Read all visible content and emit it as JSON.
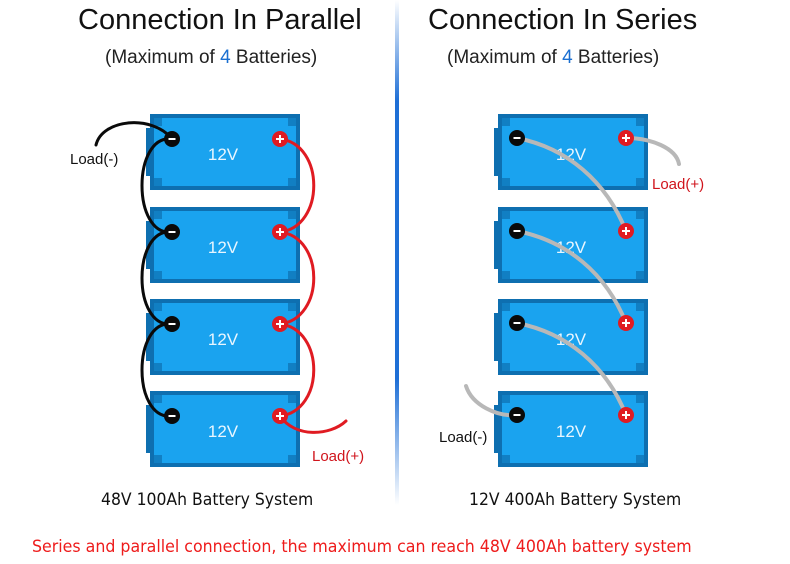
{
  "left_panel": {
    "title": "Connection In Parallel",
    "subtitle_prefix": "(Maximum of ",
    "subtitle_number": "4",
    "subtitle_suffix": " Batteries)",
    "batteries": [
      {
        "voltage": "12V",
        "neg": "-",
        "pos": "+"
      },
      {
        "voltage": "12V",
        "neg": "-",
        "pos": "+"
      },
      {
        "voltage": "12V",
        "neg": "-",
        "pos": "+"
      },
      {
        "voltage": "12V",
        "neg": "-",
        "pos": "+"
      }
    ],
    "load_neg_label": "Load(-)",
    "load_pos_label": "Load(+)",
    "caption": "48V 100Ah Battery System"
  },
  "right_panel": {
    "title": "Connection In Series",
    "subtitle_prefix": "(Maximum of ",
    "subtitle_number": "4",
    "subtitle_suffix": " Batteries)",
    "batteries": [
      {
        "voltage": "12V",
        "neg": "-",
        "pos": "+"
      },
      {
        "voltage": "12V",
        "neg": "-",
        "pos": "+"
      },
      {
        "voltage": "12V",
        "neg": "-",
        "pos": "+"
      },
      {
        "voltage": "12V",
        "neg": "-",
        "pos": "+"
      }
    ],
    "load_neg_label": "Load(-)",
    "load_pos_label": "Load(+)",
    "caption": "12V 400Ah Battery System"
  },
  "footer": "Series and parallel connection, the maximum can reach 48V 400Ah battery system",
  "colors": {
    "battery_fill": "#1aa3ef",
    "battery_border": "#0e6fb0",
    "positive_terminal": "#e01b22",
    "negative_terminal": "#0a0a0a",
    "parallel_pos_wire": "#e01b22",
    "parallel_neg_wire": "#0a0a0a",
    "series_wire": "#b8b8b8",
    "accent_number": "#1a6fd1",
    "footer_text": "#ee1c1c",
    "load_pos_text": "#d0141c"
  }
}
